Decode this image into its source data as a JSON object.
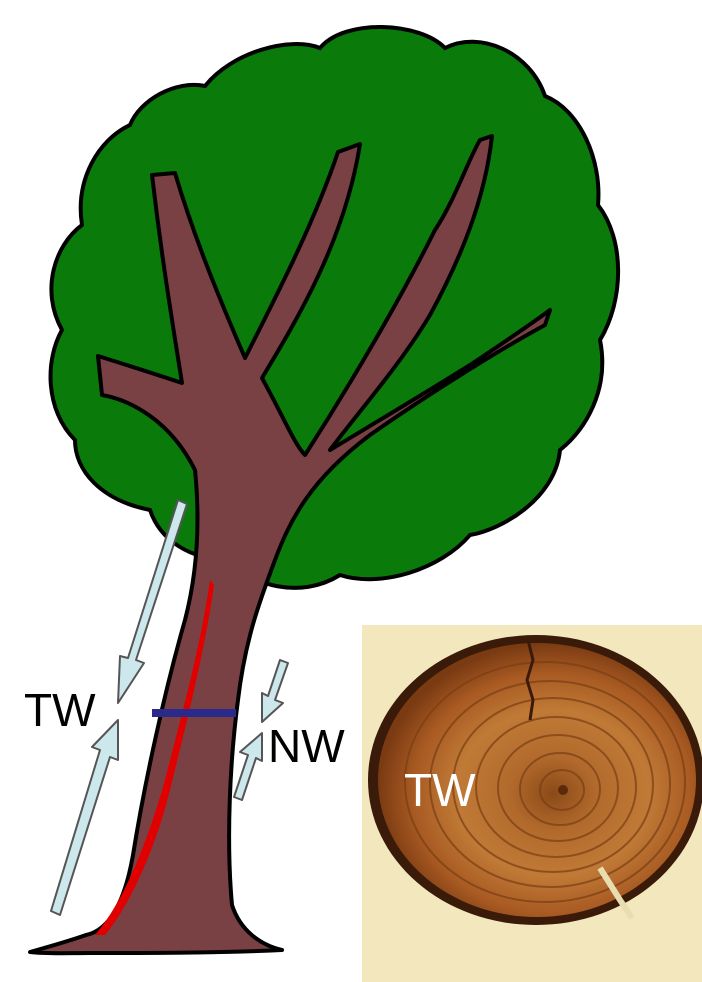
{
  "labels": {
    "tension_wood_left": "TW",
    "normal_wood": "NW",
    "tension_wood_photo": "TW"
  },
  "colors": {
    "canopy": "#0A7A0A",
    "trunk": "#7A4145",
    "tension_wood": "#E00000",
    "section_line": "#2A2A8A",
    "arrows": "#CDE8EC",
    "outline": "#000000",
    "photo_background": "#F3E7BE",
    "wood_disc": "#B0672A",
    "bark": "#3A1A08"
  },
  "icons": {
    "canopy": "tree-canopy-icon",
    "trunk": "tree-trunk-icon",
    "disc": "wood-cross-section-icon"
  }
}
